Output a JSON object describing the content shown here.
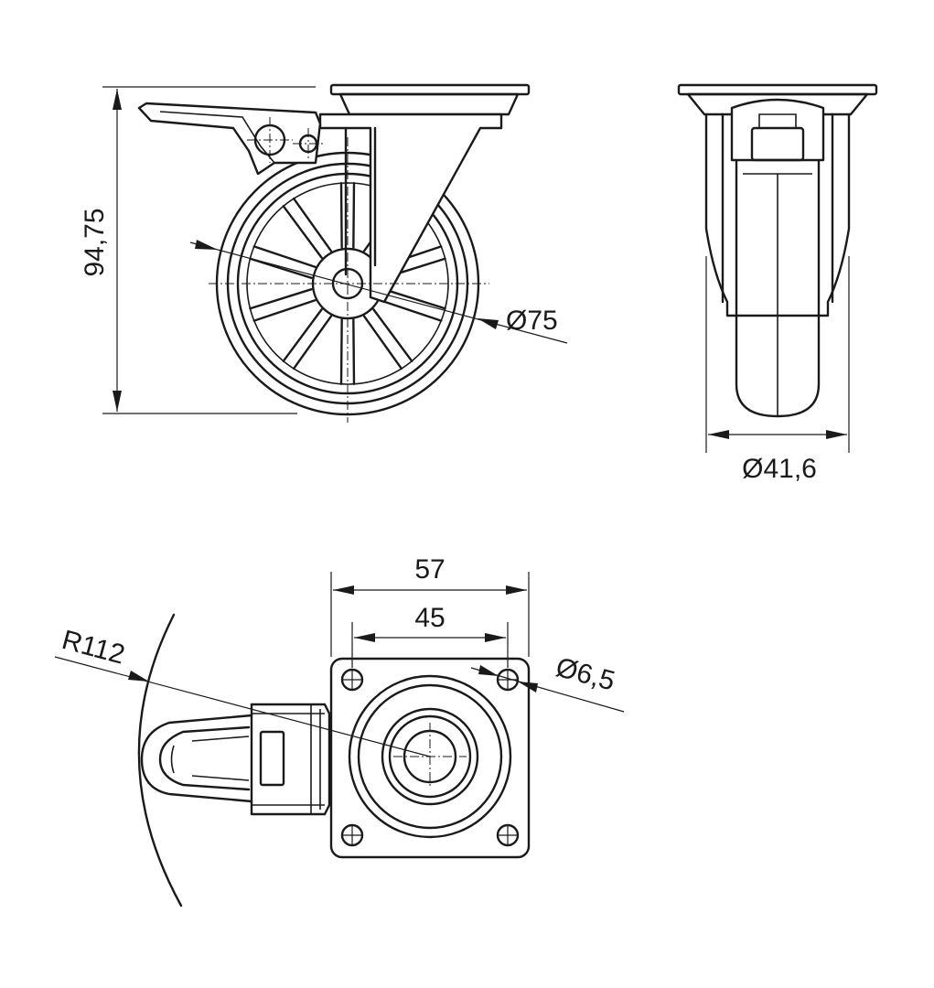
{
  "title": "Swivel castor with brake - dimension drawing",
  "side_view": {
    "height_label": "94,75",
    "wheel_diameter_label": "Ø75"
  },
  "front_view": {
    "wheel_width_label": "Ø41,6"
  },
  "top_view": {
    "plate_width_label": "57",
    "hole_spacing_label": "45",
    "swivel_radius_label": "R112",
    "hole_diameter_label": "Ø6,5"
  },
  "colors": {
    "line": "#1a1a1a",
    "background": "#ffffff"
  }
}
